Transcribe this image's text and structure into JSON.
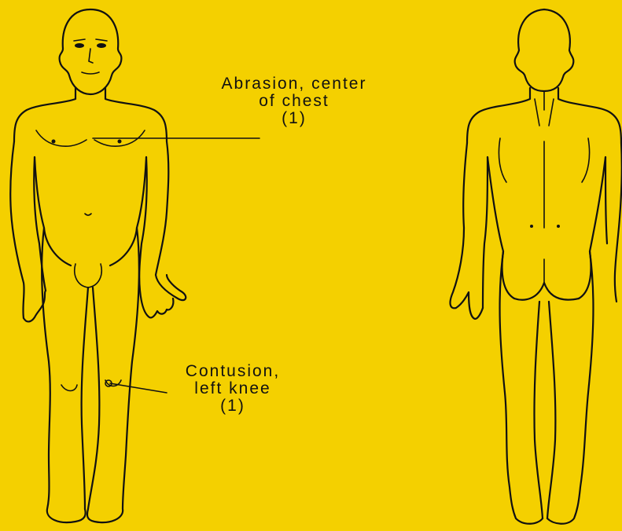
{
  "annotations": [
    {
      "id": "chest",
      "lines": [
        "Abrasion, center",
        "of chest",
        "(1)"
      ]
    },
    {
      "id": "knee",
      "lines": [
        "Contusion,",
        "left knee",
        "(1)"
      ]
    }
  ],
  "colors": {
    "background": "#f4d000",
    "ink": "#111111"
  }
}
